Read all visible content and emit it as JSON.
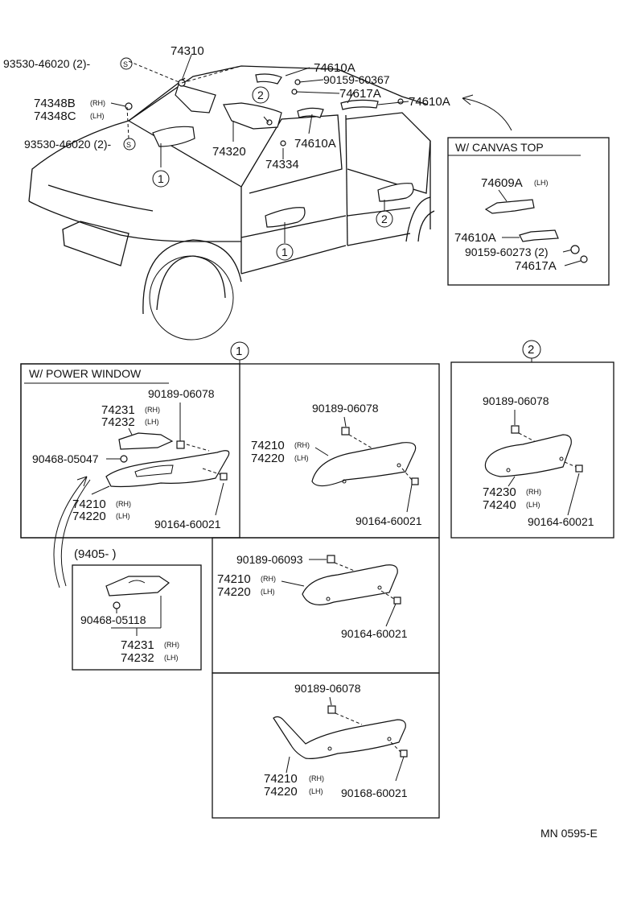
{
  "diagram_code": "MN 0595-E",
  "top": {
    "p93530_upper": "93530-46020 (2)-",
    "s_mark": "S",
    "p74310": "74310",
    "p74348B": "74348B",
    "p74348C": "74348C",
    "rh": "(RH)",
    "lh": "(LH)",
    "p93530_lower": "93530-46020 (2)-",
    "p74610A_1": "74610A",
    "p90159_60367": "90159-60367",
    "p74617A": "74617A",
    "p74610A_2": "74610A",
    "p74610A_3": "74610A",
    "p74320": "74320",
    "p74334": "74334",
    "callout_1": "1",
    "callout_2": "2"
  },
  "canvas_top": {
    "title": "W/ CANVAS  TOP",
    "p74609A": "74609A",
    "lh": "(LH)",
    "p74610A": "74610A",
    "p90159_60273": "90159-60273 (2)",
    "p74617A": "74617A"
  },
  "group1_label": "1",
  "group2_label": "2",
  "power_window": {
    "title": "W/ POWER WINDOW",
    "p90189_06078": "90189-06078",
    "p74231": "74231",
    "p74232": "74232",
    "rh": "(RH)",
    "lh": "(LH)",
    "p90468_05047": "90468-05047",
    "p74210": "74210",
    "p74220": "74220",
    "p90164_60021": "90164-60021",
    "sub_date": "(9405-          )",
    "p90468_05118": "90468-05118",
    "sub_74231": "74231",
    "sub_74232": "74232"
  },
  "box1b": {
    "p90189_06078": "90189-06078",
    "p74210": "74210",
    "p74220": "74220",
    "rh": "(RH)",
    "lh": "(LH)",
    "p90164_60021": "90164-60021"
  },
  "box2": {
    "p90189_06078": "90189-06078",
    "p74230": "74230",
    "p74240": "74240",
    "rh": "(RH)",
    "lh": "(LH)",
    "p90164_60021": "90164-60021"
  },
  "box1c": {
    "p90189_06093": "90189-06093",
    "p74210": "74210",
    "p74220": "74220",
    "rh": "(RH)",
    "lh": "(LH)",
    "p90164_60021": "90164-60021"
  },
  "box1d": {
    "p90189_06078": "90189-06078",
    "p74210": "74210",
    "p74220": "74220",
    "rh": "(RH)",
    "lh": "(LH)",
    "p90168_60021": "90168-60021"
  }
}
